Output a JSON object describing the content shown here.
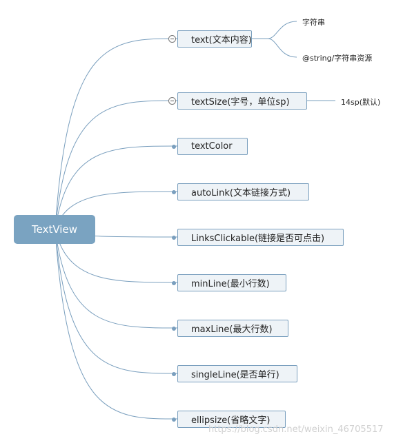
{
  "root": {
    "label": "TextView"
  },
  "branches": [
    {
      "id": "text",
      "label": "text(文本内容)",
      "children": [
        "字符串",
        "@string/字符串资源"
      ]
    },
    {
      "id": "textsize",
      "label": "textSize(字号，单位sp)",
      "children": [
        "14sp(默认)"
      ]
    },
    {
      "id": "textcolor",
      "label": "textColor",
      "children": []
    },
    {
      "id": "autolink",
      "label": "autoLink(文本链接方式)",
      "children": []
    },
    {
      "id": "linksclickable",
      "label": "LinksClickable(链接是否可点击)",
      "children": []
    },
    {
      "id": "minline",
      "label": "minLine(最小行数)",
      "children": []
    },
    {
      "id": "maxline",
      "label": "maxLine(最大行数)",
      "children": []
    },
    {
      "id": "singleline",
      "label": "singleLine(是否单行)",
      "children": []
    },
    {
      "id": "ellipsize",
      "label": "ellipsize(省略文字)",
      "children": []
    }
  ],
  "watermark": "https://blog.csdn.net/weixin_46705517",
  "colors": {
    "root_fill": "#7aa3c1",
    "node_fill": "#eef3f7",
    "line": "#7a9fbe"
  }
}
